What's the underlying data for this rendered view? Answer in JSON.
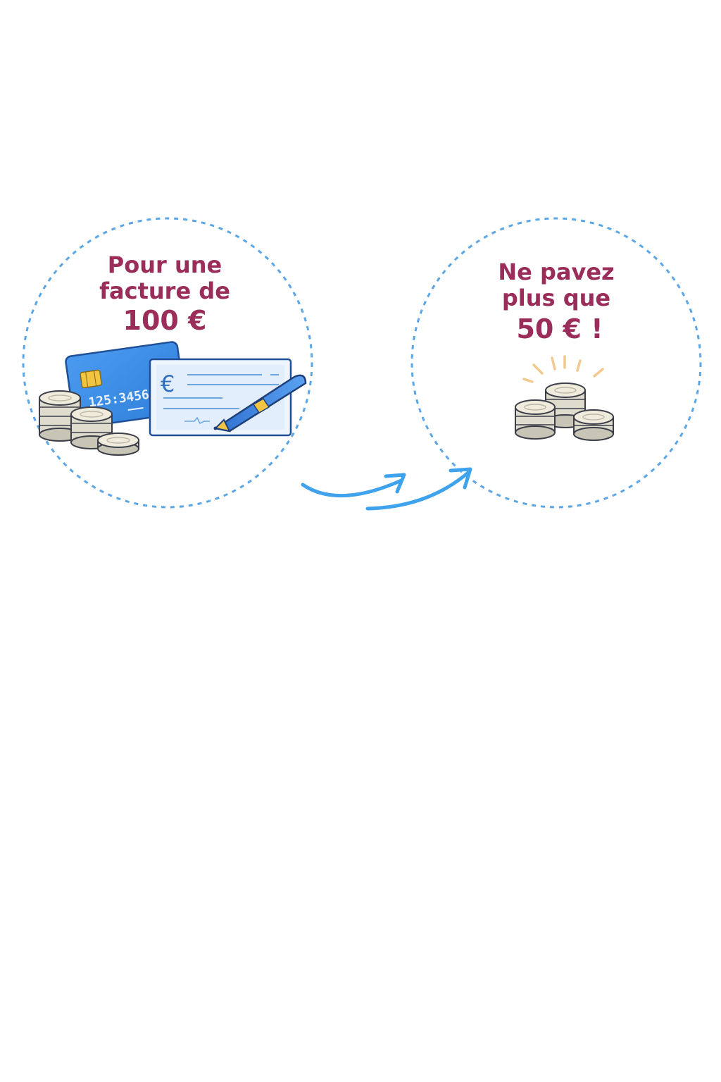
{
  "left": {
    "line1": "Pour une",
    "line2": "facture de",
    "amount": "100 €",
    "card_number": "125:3456",
    "cheque_symbol": "€"
  },
  "right": {
    "line1": "Ne pavez",
    "line2": "plus que",
    "amount": "50 € !"
  },
  "colors": {
    "caption": "#9b2d5a",
    "accent_blue": "#3b8fe0",
    "dashed_circle": "#5aa6e6",
    "coin": "#e8e4d6",
    "coin_outline": "#3c3f4a",
    "spark": "#f2c98e"
  },
  "icons": {
    "card": "credit-card-icon",
    "cheque": "cheque-icon",
    "pen": "pen-icon",
    "coins": "coin-stack-icon",
    "arrow": "curved-arrow-icon",
    "sparkle": "sparkle-icon"
  }
}
